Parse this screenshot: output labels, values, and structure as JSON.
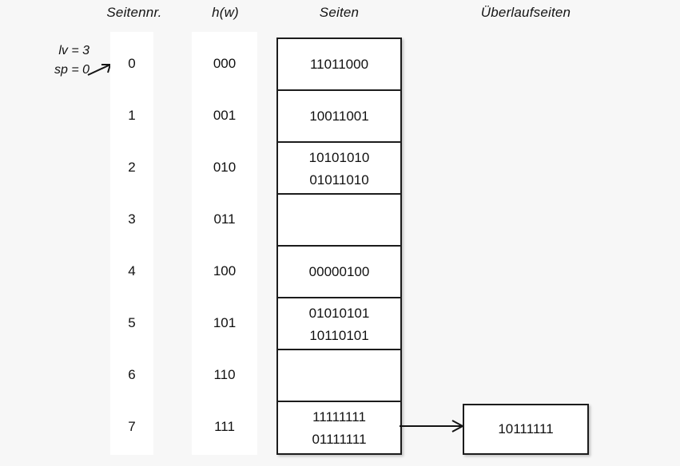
{
  "headers": {
    "seitennr": "Seitennr.",
    "hw": "h(w)",
    "seiten": "Seiten",
    "ueberlaufseiten": "Überlaufseiten"
  },
  "annotation": {
    "lv": "lv = 3",
    "sp": "sp = 0",
    "arrow_icon": "arrow-right-icon"
  },
  "rows": [
    {
      "index": "0",
      "hash": "000",
      "lines": [
        "11011000"
      ]
    },
    {
      "index": "1",
      "hash": "001",
      "lines": [
        "10011001"
      ]
    },
    {
      "index": "2",
      "hash": "010",
      "lines": [
        "10101010",
        "01011010"
      ]
    },
    {
      "index": "3",
      "hash": "011",
      "lines": []
    },
    {
      "index": "4",
      "hash": "100",
      "lines": [
        "00000100"
      ]
    },
    {
      "index": "5",
      "hash": "101",
      "lines": [
        "01010101",
        "10110101"
      ]
    },
    {
      "index": "6",
      "hash": "110",
      "lines": []
    },
    {
      "index": "7",
      "hash": "111",
      "lines": [
        "11111111",
        "01111111"
      ]
    }
  ],
  "overflow": {
    "from_row_index": "7",
    "arrow_icon": "arrow-right-icon",
    "lines": [
      "10111111"
    ]
  },
  "colors": {
    "background": "#f7f7f7",
    "band": "#ffffff",
    "border": "#1c1c1c",
    "text": "#111111"
  }
}
